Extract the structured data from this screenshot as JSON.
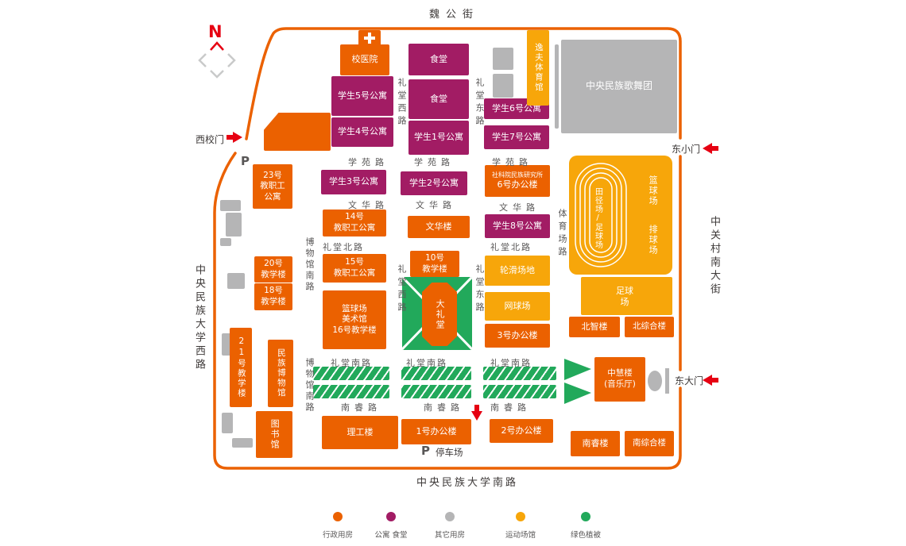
{
  "colors": {
    "admin": "#EB6100",
    "dorm_canteen": "#A21C64",
    "other": "#B5B5B6",
    "sports": "#F7A60A",
    "green": "#22A95B",
    "boundary_line": "#EB6100",
    "arrow_red": "#E60012",
    "road_text": "#595757"
  },
  "outer": {
    "top_road": "魏公街",
    "left_road": "中央民族大学西路",
    "right_road": "中关村南大街",
    "bottom_road": "中央民族大学南路",
    "west_gate": "西校门",
    "east_small_gate": "东小门",
    "east_gate": "东大门",
    "compass": "N"
  },
  "buildings": {
    "hospital": "校医院",
    "canteen_top": "食堂",
    "canteen_mid": "食堂",
    "yifu_gym": "逸夫体育馆",
    "song_dance": "中央民族歌舞团",
    "dorm5": "学生5号公寓",
    "dorm4": "学生4号公寓",
    "dorm1": "学生1号公寓",
    "dorm6": "学生6号公寓",
    "dorm7": "学生7号公寓",
    "dorm3": "学生3号公寓",
    "dorm2": "学生2号公寓",
    "dorm8": "学生8号公寓",
    "staff23": "23号\n教职工\n公寓",
    "office6_sub": "社科院民族研究所",
    "office6": "6号办公楼",
    "staff14": "14号\n教职工公寓",
    "wenhua_bldg": "文华楼",
    "staff15": "15号\n教职工公寓",
    "teach10": "10号\n教学楼",
    "teach20": "20号\n教学楼",
    "teach18": "18号\n教学楼",
    "grand_hall": "大礼堂",
    "art_block": "篮球场\n美术馆\n16号教学楼",
    "teach21": "21号教学楼",
    "museum": "民族博物馆",
    "library": "图书馆",
    "ligong": "理工楼",
    "office1": "1号办公楼",
    "office2": "2号办公楼",
    "office3": "3号办公楼",
    "zhonghui": "中慧楼\n(音乐厅)",
    "beizhi": "北智楼",
    "beizonghe": "北综合楼",
    "nanrui": "南睿楼",
    "nanzonghe": "南综合楼"
  },
  "sports": {
    "track": "田径场/足球场",
    "basketball": "篮球场",
    "volleyball": "排球场",
    "football": "足球场",
    "roller": "轮滑场地",
    "tennis": "网球场"
  },
  "roads": {
    "xueyuan": "学苑路",
    "litang_xi": "礼堂西路",
    "litang_dong": "礼堂东路",
    "wenhua": "文华路",
    "litang_bei": "礼堂北路",
    "tiyuchang": "体育场路",
    "bowuguan_nan": "博物馆南路",
    "litang_nan": "礼堂南路",
    "nanrui": "南睿路"
  },
  "parking": {
    "symbol": "P",
    "label": "停车场"
  },
  "legend": [
    {
      "label": "行政用房",
      "color": "#EB6100"
    },
    {
      "label": "公寓 食堂",
      "color": "#A21C64"
    },
    {
      "label": "其它用房",
      "color": "#B5B5B6"
    },
    {
      "label": "运动场馆",
      "color": "#F7A60A"
    },
    {
      "label": "绿色植被",
      "color": "#22A95B"
    }
  ]
}
